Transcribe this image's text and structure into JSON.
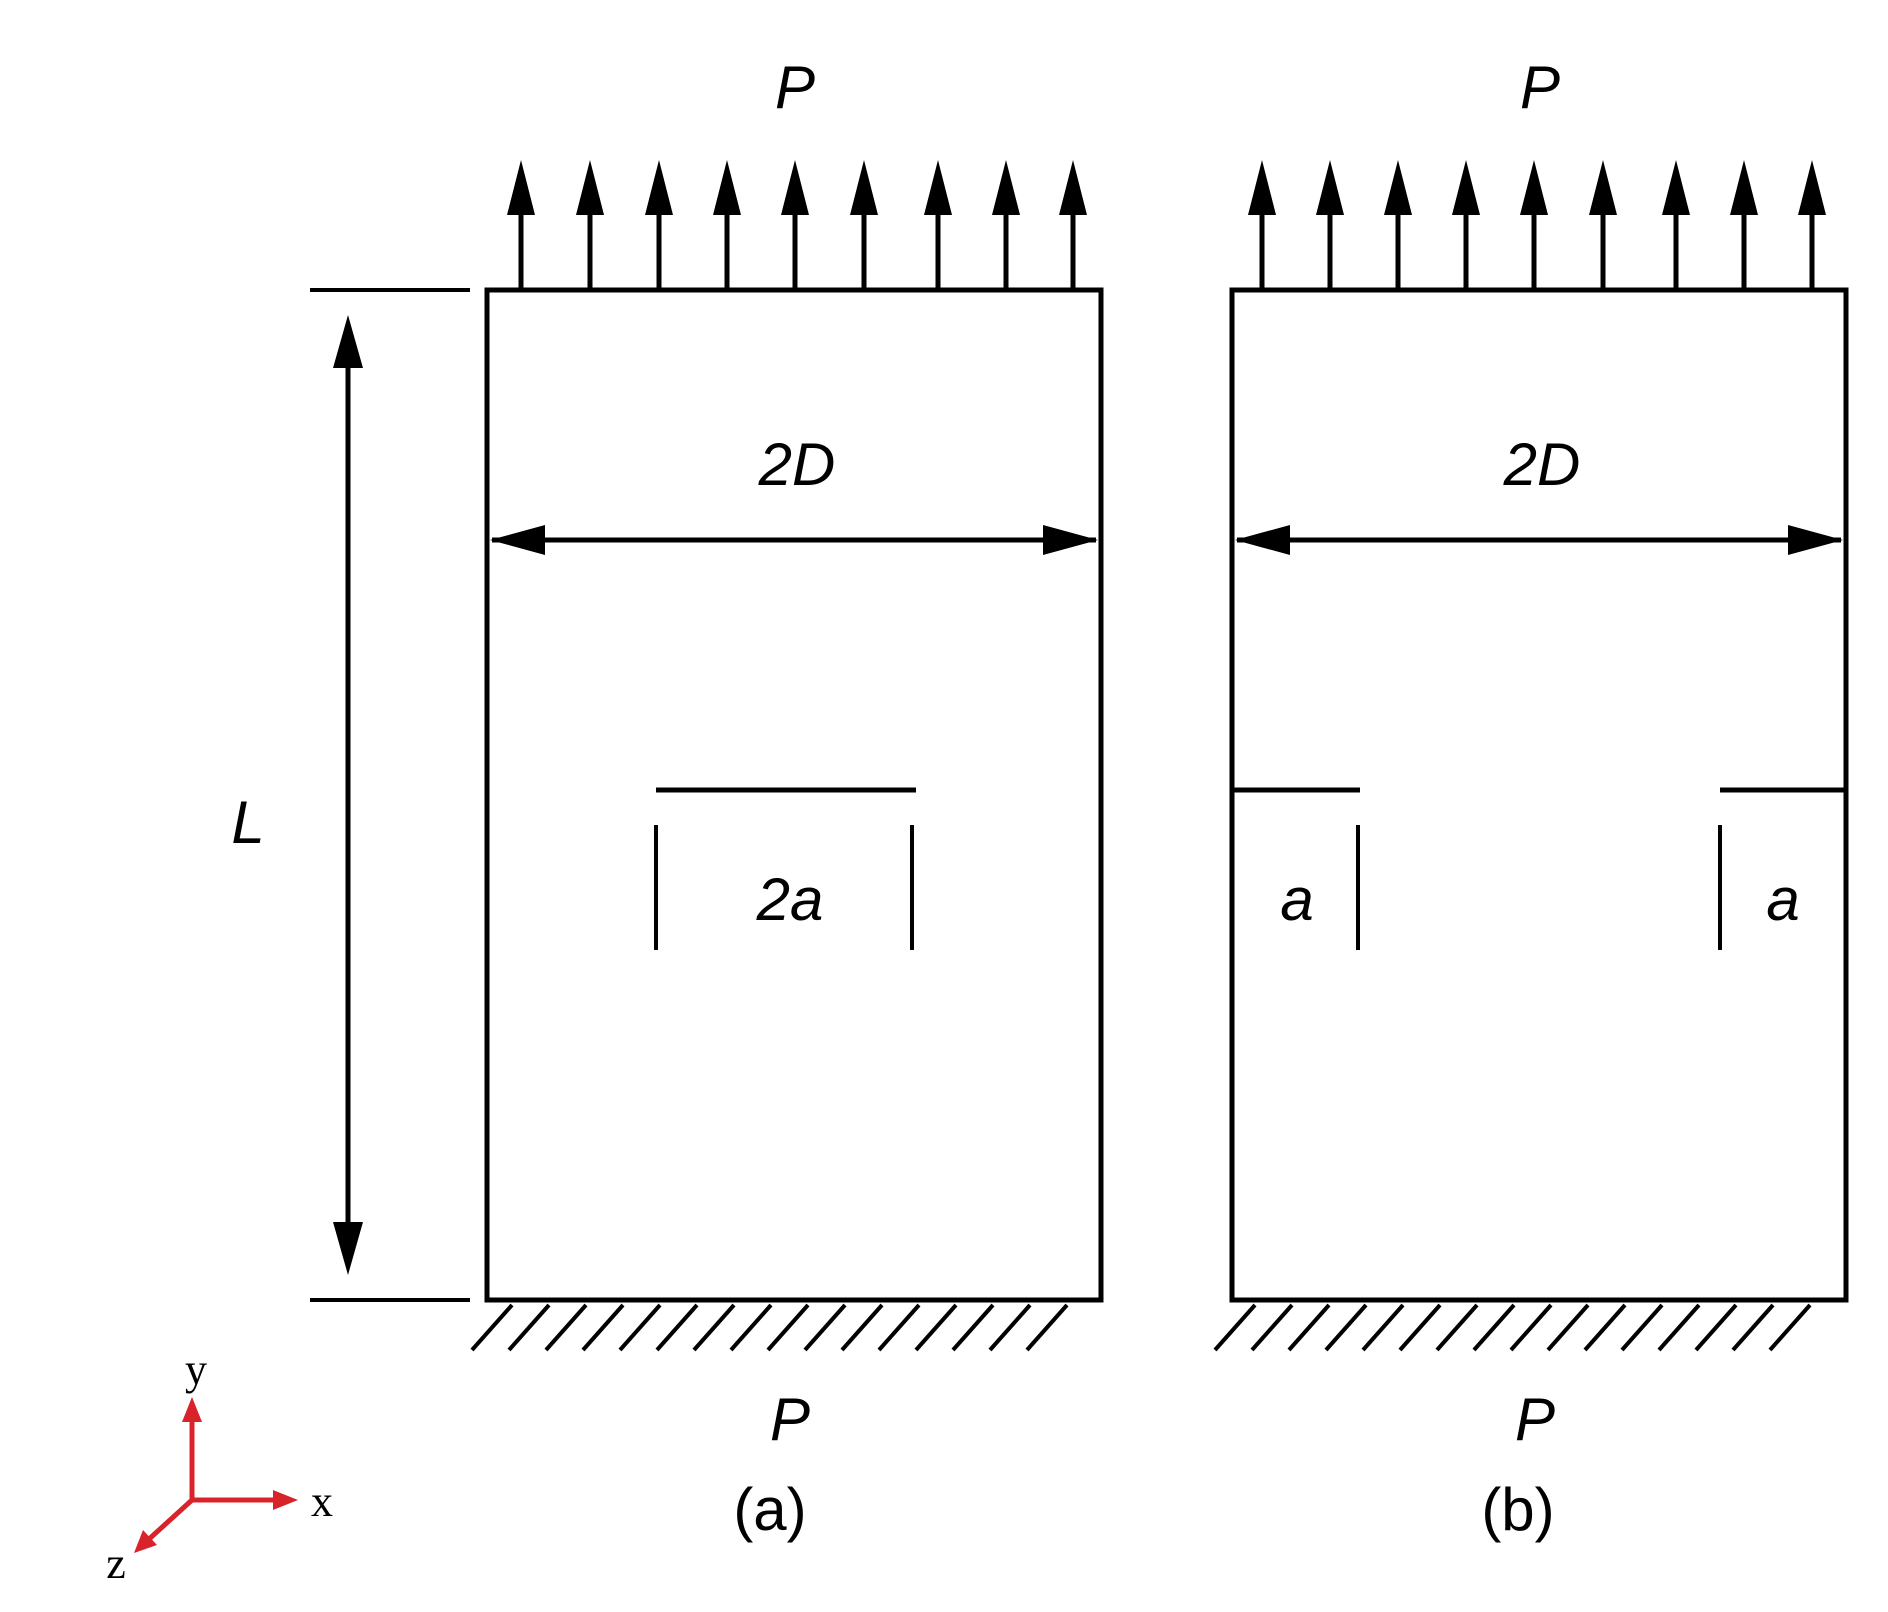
{
  "panel_a": {
    "caption": "(a)",
    "top_load": "P",
    "bottom_load": "P",
    "width_label": "2D",
    "length_label": "L",
    "crack_label": "2a"
  },
  "panel_b": {
    "caption": "(b)",
    "top_load": "P",
    "bottom_load": "P",
    "width_label": "2D",
    "crack_label_left": "a",
    "crack_label_right": "a"
  },
  "axes": {
    "x_label": "x",
    "y_label": "y",
    "z_label": "z",
    "color": "#d8232a"
  },
  "colors": {
    "line": "#000000",
    "background": "#ffffff"
  }
}
